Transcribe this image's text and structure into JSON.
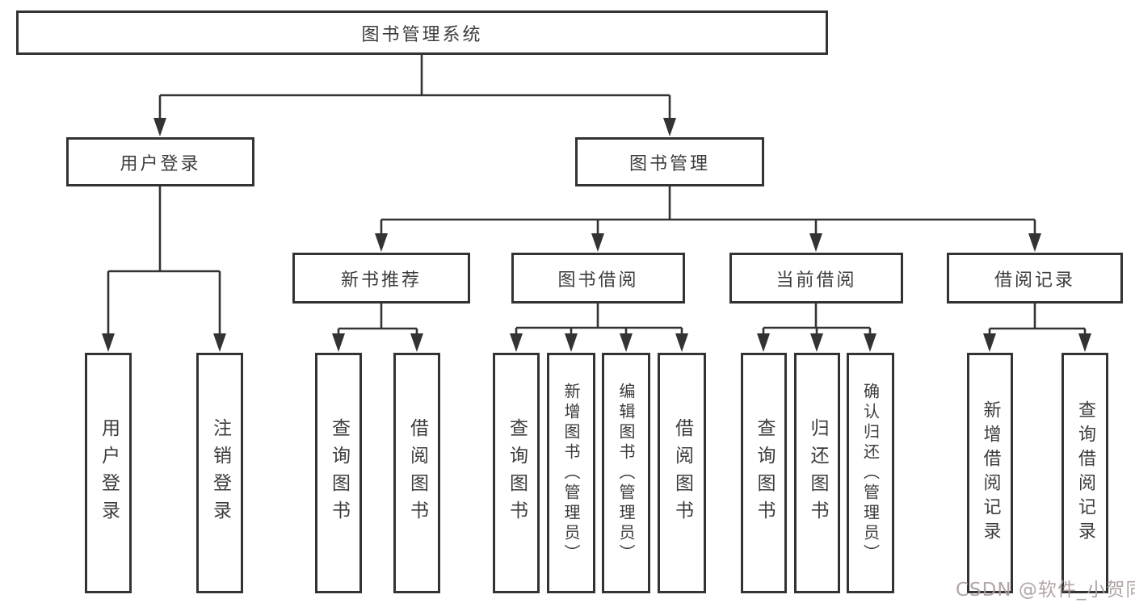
{
  "diagram": {
    "root": {
      "label": "图书管理系统"
    },
    "user_login": {
      "label": "用户登录",
      "children": [
        {
          "label": "用户登录"
        },
        {
          "label": "注销登录"
        }
      ]
    },
    "book_mgmt": {
      "label": "图书管理",
      "new_books": {
        "label": "新书推荐",
        "children": [
          {
            "label": "查询图书"
          },
          {
            "label": "借阅图书"
          }
        ]
      },
      "book_borrow": {
        "label": "图书借阅",
        "children": [
          {
            "label": "查询图书"
          },
          {
            "label": "新增图书（管理员）"
          },
          {
            "label": "编辑图书（管理员）"
          },
          {
            "label": "借阅图书"
          }
        ]
      },
      "current_borrow": {
        "label": "当前借阅",
        "children": [
          {
            "label": "查询图书"
          },
          {
            "label": "归还图书"
          },
          {
            "label": "确认归还（管理员）"
          }
        ]
      },
      "borrow_records": {
        "label": "借阅记录",
        "children": [
          {
            "label": "新增借阅记录"
          },
          {
            "label": "查询借阅记录"
          }
        ]
      }
    }
  },
  "watermark": {
    "text": "CSDN @软件_小贺同学"
  },
  "colors": {
    "line": "#333333",
    "text": "#3c3c3c",
    "watermark": "#ab9d9d",
    "background": "#ffffff"
  }
}
